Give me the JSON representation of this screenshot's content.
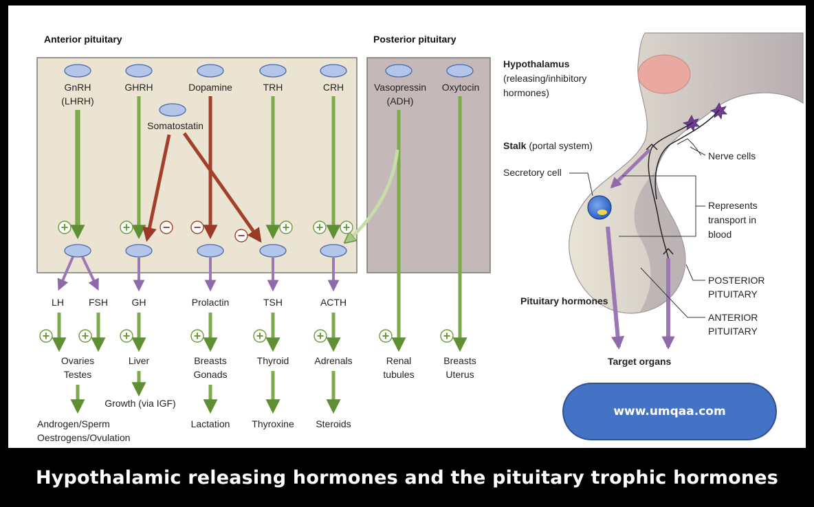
{
  "headers": {
    "anterior": "Anterior pituitary",
    "posterior": "Posterior pituitary"
  },
  "releasing_hormones": [
    {
      "line1": "GnRH",
      "line2": "(LHRH)"
    },
    {
      "line1": "GHRH",
      "line2": ""
    },
    {
      "line1": "Dopamine",
      "line2": ""
    },
    {
      "line1": "TRH",
      "line2": ""
    },
    {
      "line1": "CRH",
      "line2": ""
    },
    {
      "line1": "Vasopressin",
      "line2": "(ADH)"
    },
    {
      "line1": "Oxytocin",
      "line2": ""
    }
  ],
  "somatostatin": "Somatostatin",
  "pituitary_hormones": [
    "LH",
    "FSH",
    "GH",
    "Prolactin",
    "TSH",
    "ACTH"
  ],
  "target_organs": [
    {
      "line1": "Ovaries",
      "line2": "Testes"
    },
    {
      "line1": "Liver",
      "line2": ""
    },
    {
      "line1": "Breasts",
      "line2": "Gonads"
    },
    {
      "line1": "Thyroid",
      "line2": ""
    },
    {
      "line1": "Adrenals",
      "line2": ""
    },
    {
      "line1": "Renal",
      "line2": "tubules"
    },
    {
      "line1": "Breasts",
      "line2": "Uterus"
    }
  ],
  "effects": [
    {
      "line1": "Androgen/Sperm",
      "line2": "Oestrogens/Ovulation"
    },
    {
      "line1": "Growth (via IGF)",
      "line2": ""
    },
    {
      "line1": "Lactation",
      "line2": ""
    },
    {
      "line1": "Thyroxine",
      "line2": ""
    },
    {
      "line1": "Steroids",
      "line2": ""
    }
  ],
  "signs": {
    "plus": "+",
    "minus": "−"
  },
  "right_panel": {
    "hypothalamus_title": "Hypothalamus",
    "hypothalamus_sub1": "(releasing/inhibitory",
    "hypothalamus_sub2": "hormones)",
    "stalk_bold": "Stalk",
    "stalk_rest": " (portal system)",
    "nerve_cells": "Nerve cells",
    "secretory_cell": "Secretory cell",
    "represents1": "Represents",
    "represents2": "transport in",
    "represents3": "blood",
    "posterior1": "POSTERIOR",
    "posterior2": "PITUITARY",
    "anterior1": "ANTERIOR",
    "anterior2": "PITUITARY",
    "pituitary_hormones": "Pituitary hormones",
    "target_organs": "Target organs"
  },
  "website": "www.umqaa.com",
  "caption": "Hypothalamic releasing hormones and the pituitary trophic hormones",
  "colors": {
    "anterior_box": "#ece4d2",
    "posterior_box": "#c4b9b8",
    "green_arrow": "#6a9a3a",
    "red_arrow": "#a3402c",
    "purple_arrow": "#9b78b4",
    "ellipse": "#b3c6ea",
    "badge": "#4472c4"
  }
}
